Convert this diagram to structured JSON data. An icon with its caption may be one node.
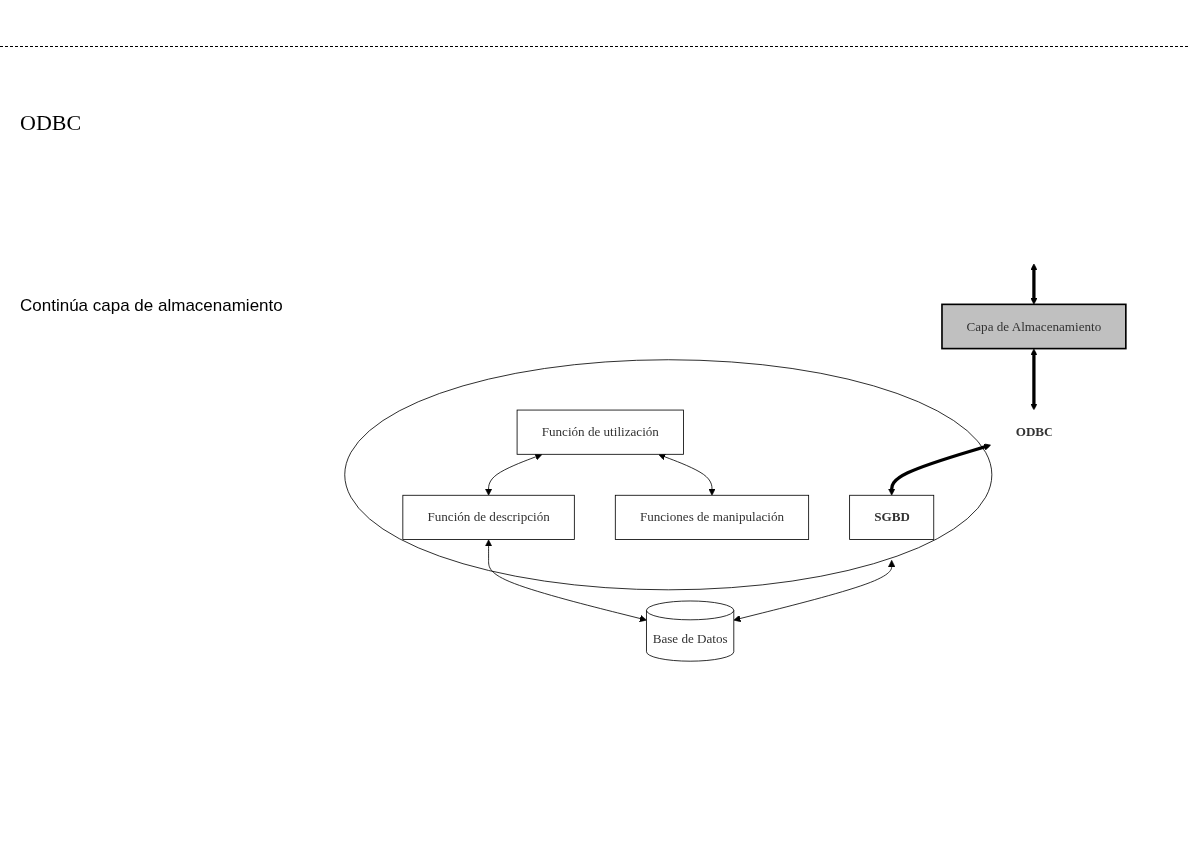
{
  "diagram": {
    "nodes": [
      {
        "text": [
          "Capa de Almacenamiento"
        ]
      },
      {
        "text": [
          "ODBC"
        ]
      },
      {
        "text": [],
        "shape": "circle"
      },
      {
        "text": [
          "SGBD"
        ],
        "in": 2
      },
      {
        "text": [
          "Función de utilización"
        ],
        "in": 2
      },
      {
        "text": [
          "Funciones de manipulación"
        ],
        "in": 2
      },
      {
        "text": [
          "Función de descripción"
        ],
        "in": 2
      },
      {
        "text": [
          "Base de Datos"
        ]
      }
    ],
    "edges": [
      {
        "from": null,
        "to": 0,
        "arrow": "both",
        "style": "thick"
      },
      {
        "from": 0,
        "to": 1,
        "arrow": "both",
        "style": "thick"
      },
      {
        "from": 1,
        "to": 3,
        "arrow": "both",
        "style": "thick"
      },
      {
        "from": 4,
        "to": 5,
        "arrow": "both"
      },
      {
        "from": 4,
        "to": 6,
        "arrow": "both"
      },
      {
        "from": 2,
        "to": 7,
        "arrow": "both"
      },
      {
        "from": 6,
        "to": 7,
        "arrow": "both"
      }
    ],
    "labels": [
      "ODBC",
      "Continúa capa de almacenamiento"
    ]
  }
}
